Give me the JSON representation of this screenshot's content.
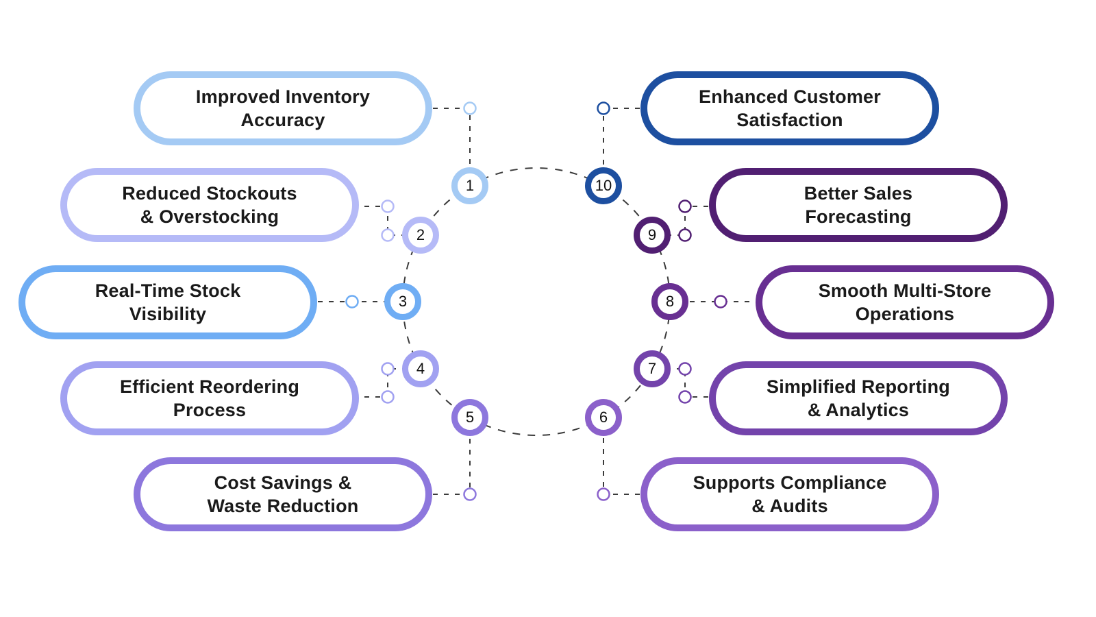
{
  "diagram": {
    "background": "#ffffff",
    "text_color": "#1a1a1a",
    "connector_color": "#3b3b3b",
    "items": [
      {
        "number": "1",
        "label": "Improved Inventory\nAccuracy",
        "color": "#a4caf4"
      },
      {
        "number": "2",
        "label": "Reduced Stockouts\n& Overstocking",
        "color": "#b5baf7"
      },
      {
        "number": "3",
        "label": "Real-Time Stock\nVisibility",
        "color": "#6fadf4"
      },
      {
        "number": "4",
        "label": "Efficient Reordering\nProcess",
        "color": "#a1a1f1"
      },
      {
        "number": "5",
        "label": "Cost Savings &\nWaste Reduction",
        "color": "#8d77dd"
      },
      {
        "number": "6",
        "label": "Supports Compliance\n& Audits",
        "color": "#8b60ca"
      },
      {
        "number": "7",
        "label": "Simplified Reporting\n& Analytics",
        "color": "#7343ab"
      },
      {
        "number": "8",
        "label": "Smooth Multi-Store\nOperations",
        "color": "#682f92"
      },
      {
        "number": "9",
        "label": "Better Sales\nForecasting",
        "color": "#511f72"
      },
      {
        "number": "10",
        "label": "Enhanced Customer\nSatisfaction",
        "color": "#1d4fa0"
      }
    ]
  }
}
